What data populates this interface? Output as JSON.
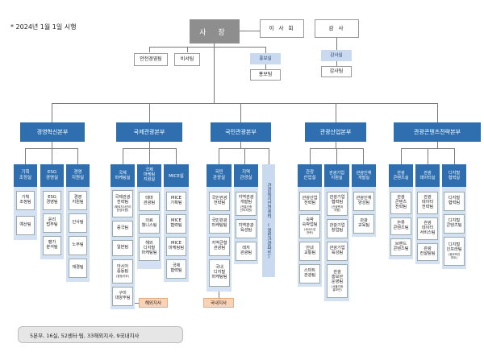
{
  "note": "* 2024년 1월 1일 시행",
  "top": {
    "ceo": "사 장",
    "board": "이 사 회",
    "auditor": "감 사"
  },
  "staff_left": [
    "안전경영팀",
    "비서팀"
  ],
  "public_relations": {
    "office": "홍보실",
    "team": "홍보팀"
  },
  "audit": {
    "office": "감사실",
    "team": "감사팀"
  },
  "headquarters": [
    "경영혁신본부",
    "국제관광본부",
    "국민관광본부",
    "관광산업본부",
    "관광콘텐츠전략본부"
  ],
  "hq1": {
    "groups": [
      "기획\n조정실",
      "ESG\n경영실",
      "경영\n지원실"
    ],
    "teams": [
      [
        "기획\n조정팀",
        "예산팀"
      ],
      [
        "ESG\n경영팀",
        "윤리\n법무팀",
        "평가\n분석팀"
      ],
      [
        "경영\n지원팀",
        "인사팀",
        "노무팀",
        "재경팀"
      ]
    ]
  },
  "hq2": {
    "groups": [
      "국제\n마케팅실",
      "국제\n마케팅\n지원실",
      "MICE실"
    ],
    "teams": [
      [
        {
          "t": "국제관광\n전략팀",
          "s": "(해외지사관리\n운영지원)"
        },
        {
          "t": "중국팀"
        },
        {
          "t": "일본팀"
        },
        {
          "t": "아시아\n중동팀",
          "s": "(중동지부)"
        },
        {
          "t": "구미\n대양주팀"
        }
      ],
      [
        {
          "t": "테마\n관광팀"
        },
        {
          "t": "의료\n웰니스팀"
        },
        {
          "t": "해외\n디지털\n마케팅팀"
        }
      ],
      [
        {
          "t": "MICE\n기획팀"
        },
        {
          "t": "MICE\n협력팀"
        },
        {
          "t": "MICE\n마케팅팀"
        },
        {
          "t": "국제\n협력팀"
        }
      ]
    ],
    "branch": "해외지사"
  },
  "hq3": {
    "groups": [
      "국민\n관광실",
      "지역\n관광실"
    ],
    "vertical": "관광복지안전센터 (열린관광파트)",
    "teams": [
      [
        "국민관광\n전략팀",
        "국민관광\n마케팅팀",
        "지역균형\n관광팀",
        "국내\n디지털\n마케팅팀"
      ],
      [
        {
          "t": "지역관광\n개발팀",
          "s": "(전통건축\n관리지원)"
        },
        {
          "t": "지역관광\n육성팀"
        },
        {
          "t": "레저\n관광팀"
        }
      ]
    ],
    "branch": "국내지사"
  },
  "hq4": {
    "groups": [
      "관광\n산업실",
      "관광기업\n지원실",
      "관광인재\n개발실"
    ],
    "teams": [
      [
        {
          "t": "관광산업\n전략팀"
        },
        {
          "t": "숙박\n숙박업팀",
          "s": "(서비스업\n전략)"
        },
        {
          "t": "안내\n교통팀"
        },
        {
          "t": "스마트\n관광팀"
        }
      ],
      [
        {
          "t": "관광기업\n협력팀",
          "s": "(관광벤처\n지원)"
        },
        {
          "t": "관광기업\n창업팀"
        },
        {
          "t": "관광기업\n육성팀"
        },
        {
          "t": "관광\n홍보관\n운영팀",
          "s": "(서울관광\n홍보관)"
        }
      ],
      [
        {
          "t": "관광인재\n양성팀"
        },
        {
          "t": "관광\n교육팀"
        }
      ]
    ]
  },
  "hq5": {
    "groups": [
      "관광\n콘텐츠실",
      "관광\n데이터실",
      "디지털\n협력실"
    ],
    "teams": [
      [
        {
          "t": "관광\n콘텐츠\n전략팀"
        },
        {
          "t": "한류\n콘텐츠팀"
        },
        {
          "t": "브랜드\n콘텐츠팀"
        }
      ],
      [
        {
          "t": "관광\n데이터\n전략팀"
        },
        {
          "t": "관광\n데이터\n서비스팀"
        },
        {
          "t": "관광\n컨설팅팀"
        }
      ],
      [
        {
          "t": "디지털\n협력팀"
        },
        {
          "t": "디지털\n콘텐츠팀"
        },
        {
          "t": "디지털\n인프라팀",
          "s": "(정보보안\n파트)"
        }
      ]
    ]
  },
  "footer": "5본부,  16실,  52센터·팀,  33해외지사, 9국내지사"
}
